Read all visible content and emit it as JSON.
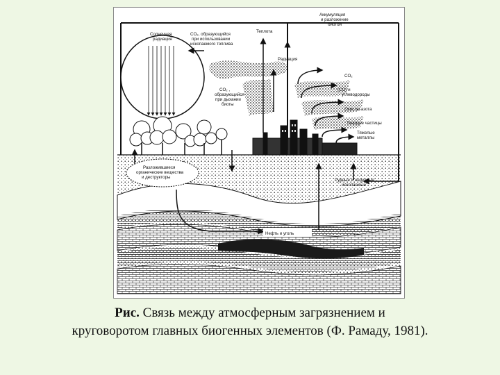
{
  "labels": {
    "solar": [
      "Солнечная",
      "радиация"
    ],
    "co2_fuel": [
      "CO₂, образующийся",
      "при использовании",
      "ископаемого топлива"
    ],
    "heat": "Теплота",
    "accumulation": [
      "Аккумуляция",
      "и разложение",
      "биотой"
    ],
    "radiation": "Радиация",
    "co2": "CO₂",
    "co2_biota": [
      "CO₂ ,",
      "образующийся",
      "при дыхании",
      "биоты"
    ],
    "co_hydrocarbons": [
      "(CO) и",
      "углеводороды"
    ],
    "nitrogen_oxides": "Окислы азота",
    "solid_particles": "Твердые частицы",
    "heavy_metals": [
      "Тяжелые",
      "металлы"
    ],
    "decomposition": [
      "Разложившиеся",
      "органические вещества",
      "и деструкторы"
    ],
    "ores": [
      "Рудные и нерудные",
      "ископаемые"
    ],
    "oil_coal": "Нефть и уголь"
  },
  "caption": {
    "prefix": "Рис.",
    "line1": " Связь между атмосферным загрязнением и",
    "line2": "круговоротом главных биогенных элементов (Ф. Рамаду, 1981)."
  }
}
